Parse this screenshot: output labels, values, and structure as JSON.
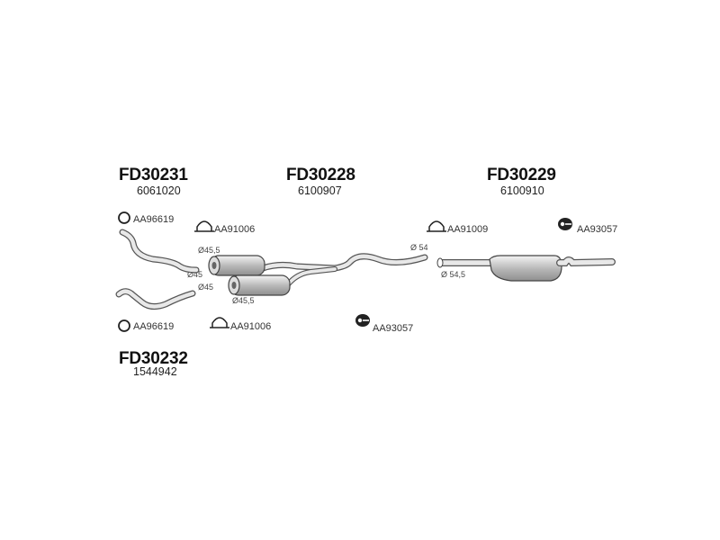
{
  "groups": [
    {
      "code": "FD30231",
      "number": "6061020"
    },
    {
      "code": "FD30228",
      "number": "6100907"
    },
    {
      "code": "FD30229",
      "number": "6100910"
    },
    {
      "code": "FD30232",
      "number": "1544942"
    }
  ],
  "parts": {
    "ring_top": "AA96619",
    "ring_bottom": "AA96619",
    "clamp_top_left": "AA91006",
    "clamp_bottom_left": "AA91006",
    "clamp_right": "AA91009",
    "hanger_right": "AA93057",
    "hanger_middle": "AA93057"
  },
  "dimensions": {
    "d1": "Ø45,5",
    "d2": "Ø45",
    "d3": "Ø45",
    "d4": "Ø45,5",
    "d5": "Ø 54",
    "d6": "Ø 54,5"
  }
}
